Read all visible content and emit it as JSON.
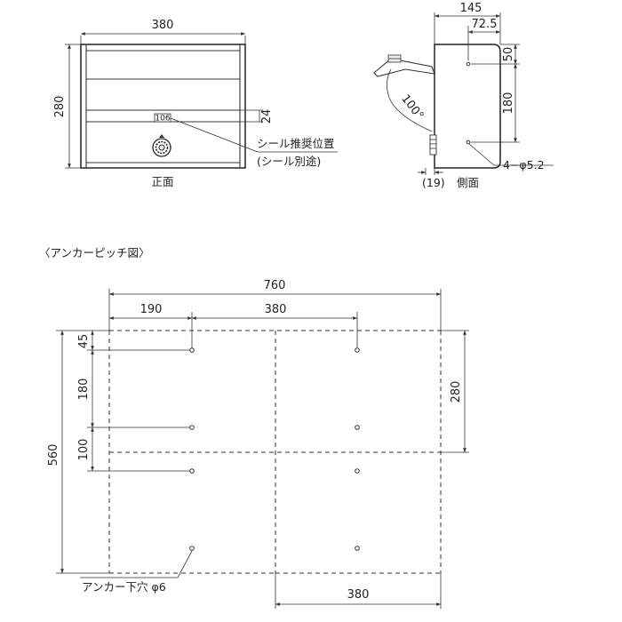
{
  "front": {
    "width_dim": "380",
    "height_dim": "280",
    "seal_box": "106",
    "seal_offset_dim": "24",
    "seal_label": "シール推奨位置",
    "seal_note": "(シール別途)",
    "view_label": "正面"
  },
  "side": {
    "depth_dim": "145",
    "center_dim": "72.5",
    "top_offset_dim": "50",
    "hole_pitch_dim": "180",
    "angle": "100°",
    "holes_label": "4−φ5.2",
    "bottom_label": "(19)",
    "view_label": "側面"
  },
  "anchor": {
    "title": "〈アンカーピッチ図〉",
    "total_width_dim": "760",
    "left_offset_dim": "190",
    "pitch_top_dim": "380",
    "pitch_bottom_dim": "380",
    "height_total_dim": "560",
    "dim_45": "45",
    "dim_180": "180",
    "dim_100": "100",
    "right_height_dim": "280",
    "hole_label": "アンカー下穴 φ6"
  }
}
